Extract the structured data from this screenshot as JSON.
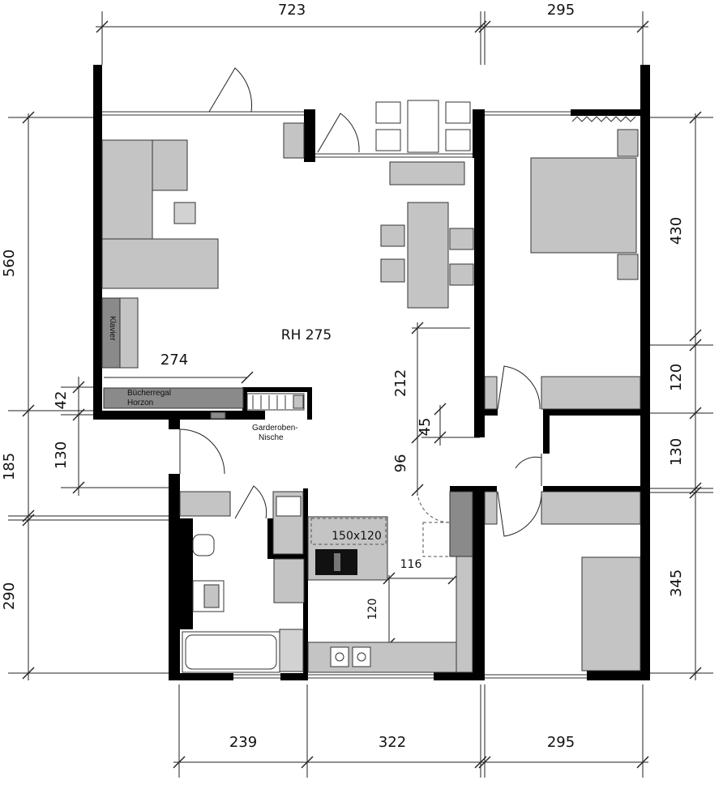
{
  "dimensions": {
    "top_left": "723",
    "top_right": "295",
    "left_upper": "560",
    "left_middle": "185",
    "left_lower": "290",
    "left_inner_42": "42",
    "left_inner_130": "130",
    "right_upper": "430",
    "right_120": "120",
    "right_130": "130",
    "right_lower": "345",
    "bottom_left": "239",
    "bottom_middle": "322",
    "bottom_right": "295",
    "inner_274": "274",
    "inner_212": "212",
    "inner_45": "45",
    "inner_96": "96",
    "inner_116": "116",
    "inner_120": "120"
  },
  "labels": {
    "room_height": "RH 275",
    "piano": "Klavier",
    "bookshelf_line1": "Bücherregal",
    "bookshelf_line2": "Horzon",
    "wardrobe_line1": "Garderoben-",
    "wardrobe_line2": "Nische",
    "island": "150x120"
  },
  "colors": {
    "wall": "#000000",
    "furniture": "#c4c4c4",
    "furniture_dark": "#8a8a8a"
  }
}
